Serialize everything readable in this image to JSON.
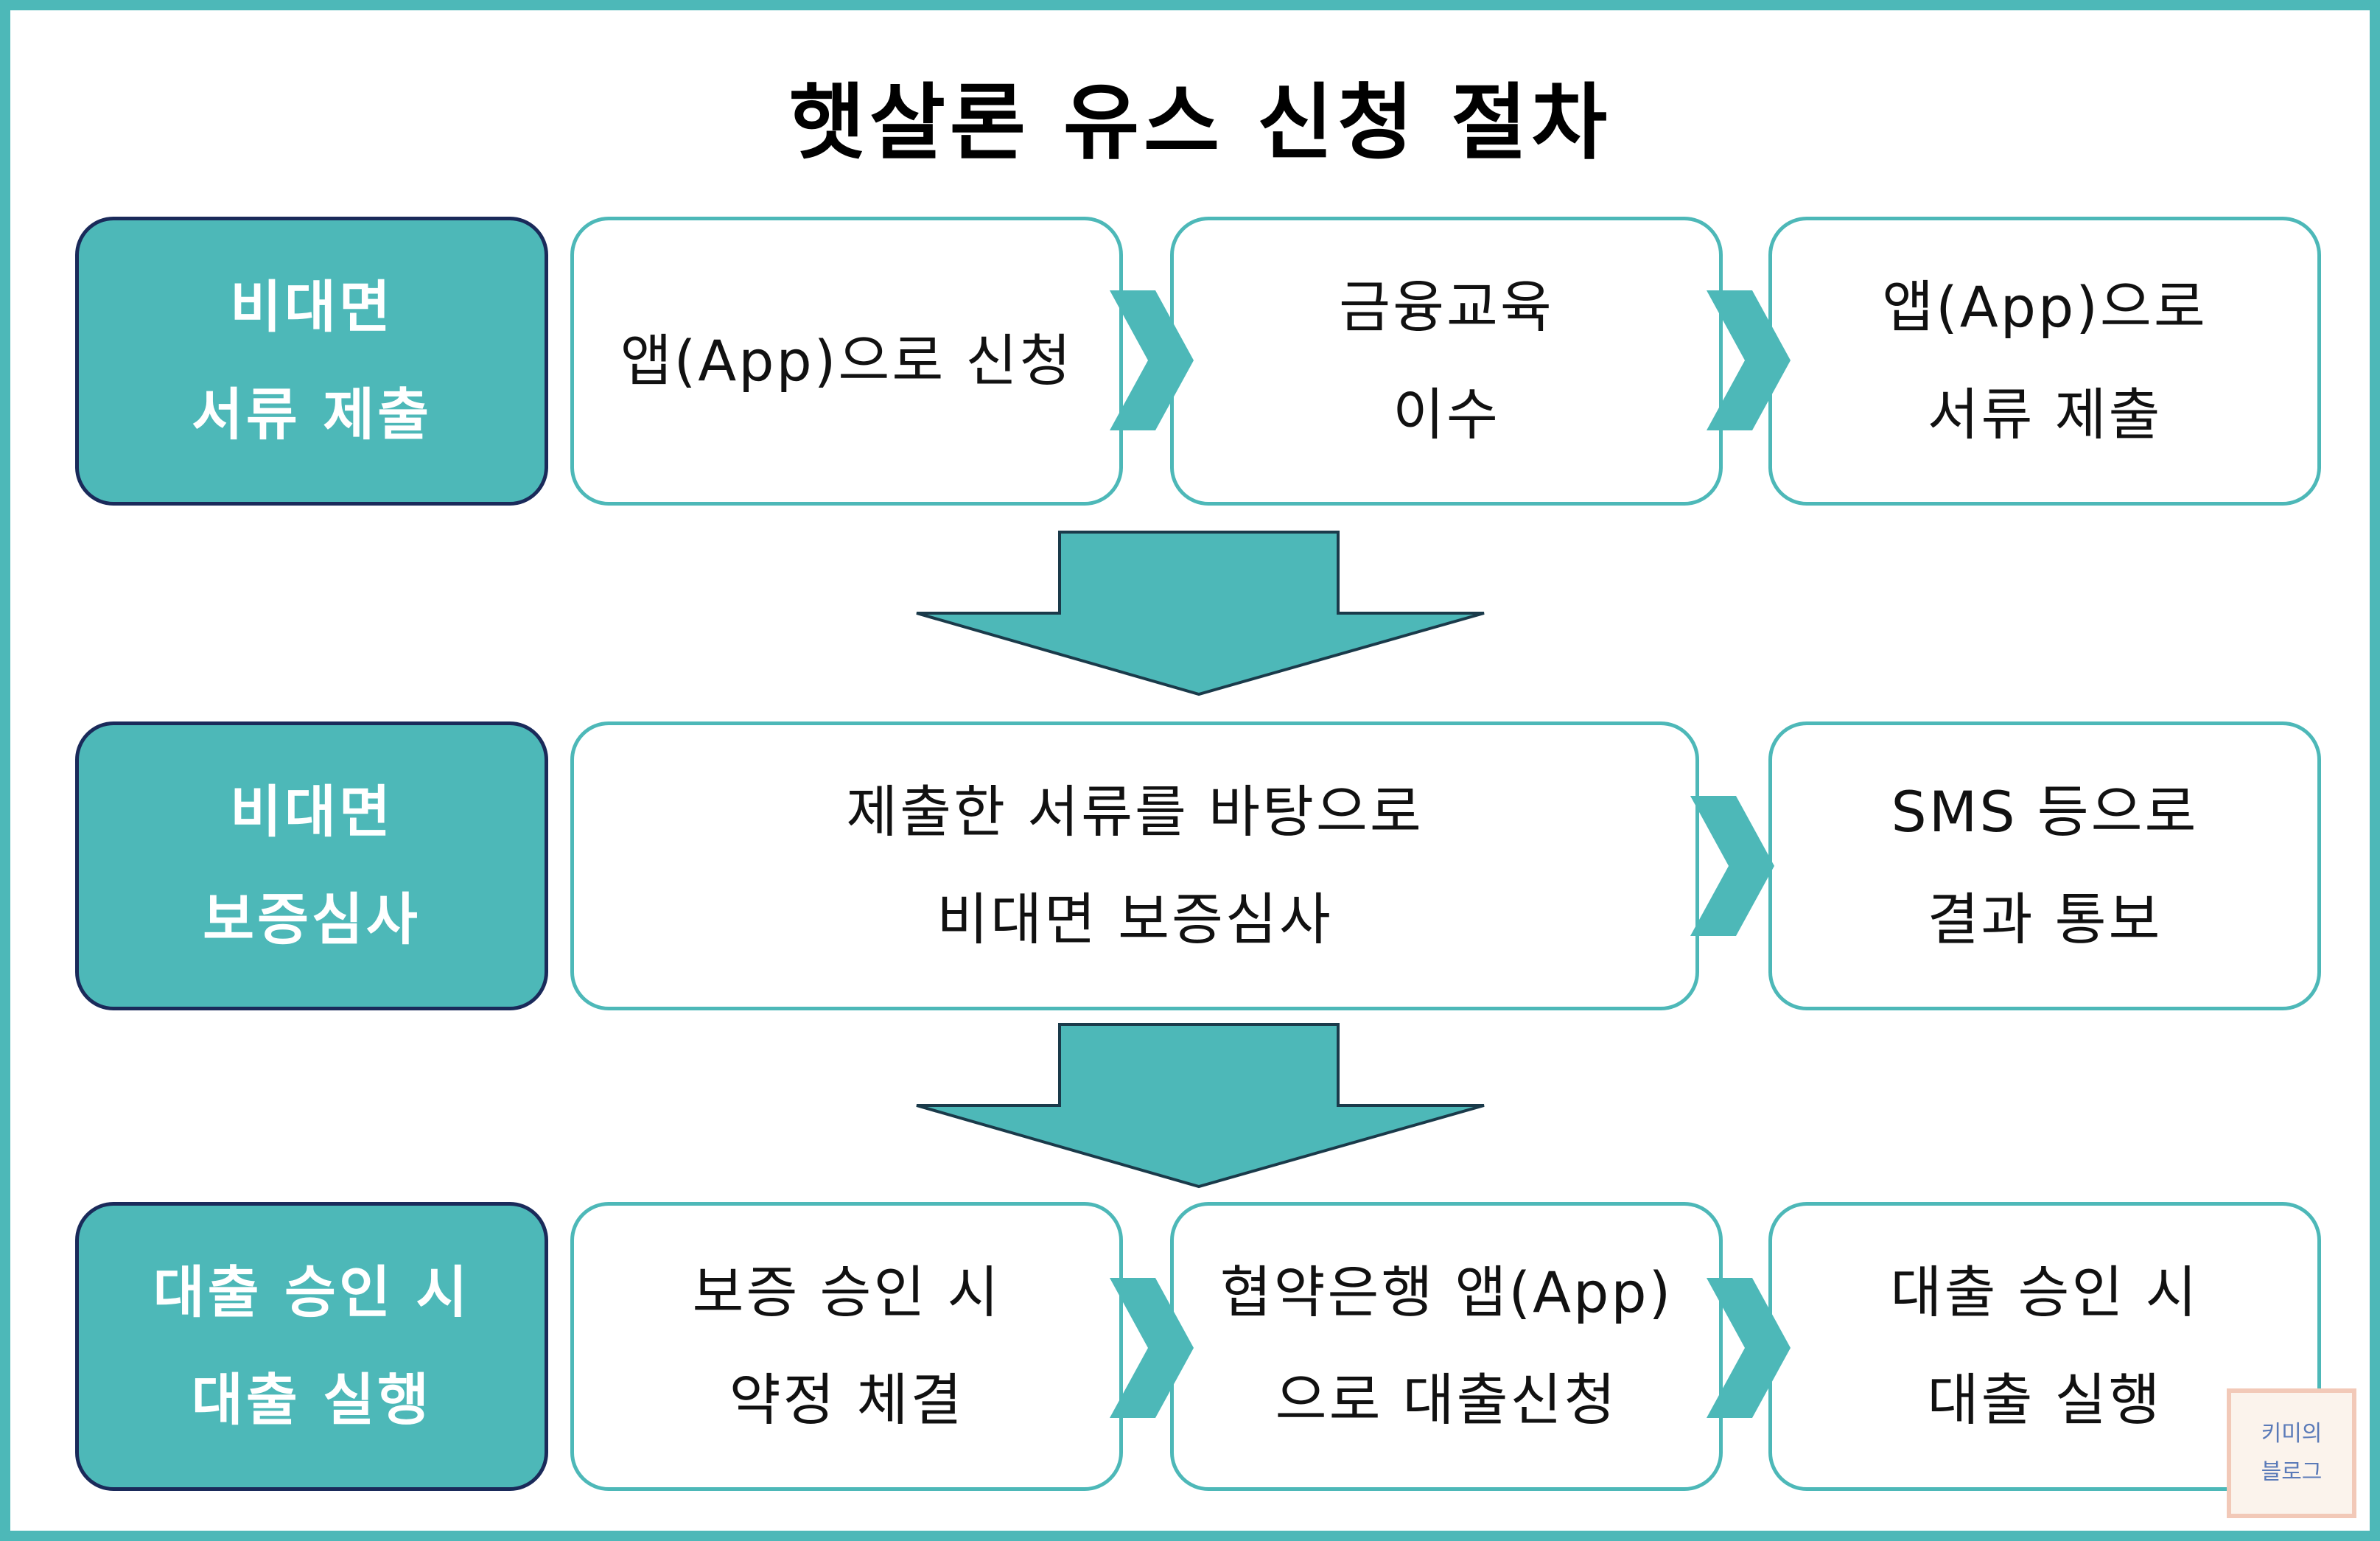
{
  "title": "햇살론 유스 신청 절차",
  "rows": [
    {
      "label": [
        "비대면",
        "서류 제출"
      ],
      "steps": [
        [
          "앱(App)으로 신청"
        ],
        [
          "금융교육",
          "이수"
        ],
        [
          "앱(App)으로",
          "서류 제출"
        ]
      ]
    },
    {
      "label": [
        "비대면",
        "보증심사"
      ],
      "steps": [
        [
          "제출한 서류를 바탕으로",
          "비대면 보증심사"
        ],
        [
          "SMS 등으로",
          "결과 통보"
        ]
      ]
    },
    {
      "label": [
        "대출 승인 시",
        "대출 실행"
      ],
      "steps": [
        [
          "보증 승인 시",
          "약정 체결"
        ],
        [
          "협약은행 앱(App)",
          "으로 대출신청"
        ],
        [
          "대출 승인 시",
          "대출 실행"
        ]
      ]
    }
  ],
  "watermark": [
    "키미의",
    "블로그"
  ],
  "colors": {
    "accent": "#4db8b8",
    "label_border": "#1a2a5a",
    "arrow_stroke": "#1a3a4a"
  }
}
